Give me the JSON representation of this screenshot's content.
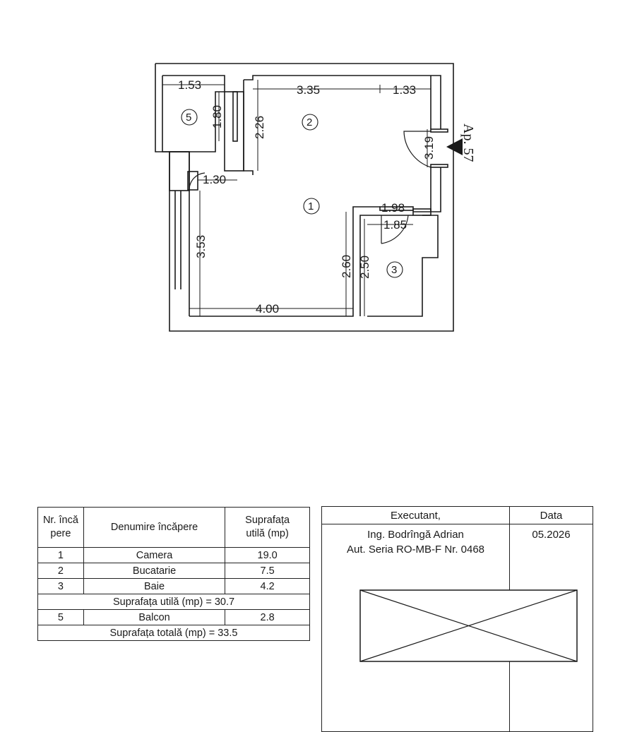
{
  "plan": {
    "apartment_label": "Ap. 57",
    "room_markers": [
      "1",
      "2",
      "3",
      "5"
    ],
    "dimensions": {
      "balcony_width": "1.53",
      "balcony_depth": "1.80",
      "kitchen_height": "2.26",
      "kitchen_width": "3.35",
      "kitchen_right": "1.33",
      "entry": "3.19",
      "balcony_door": "1.30",
      "room_height": "3.53",
      "bath_top": "1.98",
      "bath_inner": "1.85",
      "room_right_height": "2.60",
      "bath_height": "2.50",
      "room_width": "4.00"
    }
  },
  "rooms_table": {
    "header": {
      "nr": [
        "Nr. încă",
        "pere"
      ],
      "name": "Denumire încăpere",
      "area": [
        "Suprafața",
        "utilă (mp)"
      ]
    },
    "rows": [
      {
        "nr": "1",
        "name": "Camera",
        "area": "19.0"
      },
      {
        "nr": "2",
        "name": "Bucatarie",
        "area": "7.5"
      },
      {
        "nr": "3",
        "name": "Baie",
        "area": "4.2"
      }
    ],
    "useful_total": "Suprafața utilă (mp) = 30.7",
    "extra_row": {
      "nr": "5",
      "name": "Balcon",
      "area": "2.8"
    },
    "grand_total": "Suprafața totală (mp) = 33.5"
  },
  "executant": {
    "header_executant": "Executant,",
    "header_date": "Data",
    "name": "Ing. Bodrîngă  Adrian",
    "authorization": "Aut. Seria RO-MB-F Nr. 0468",
    "date": "05.2026"
  }
}
